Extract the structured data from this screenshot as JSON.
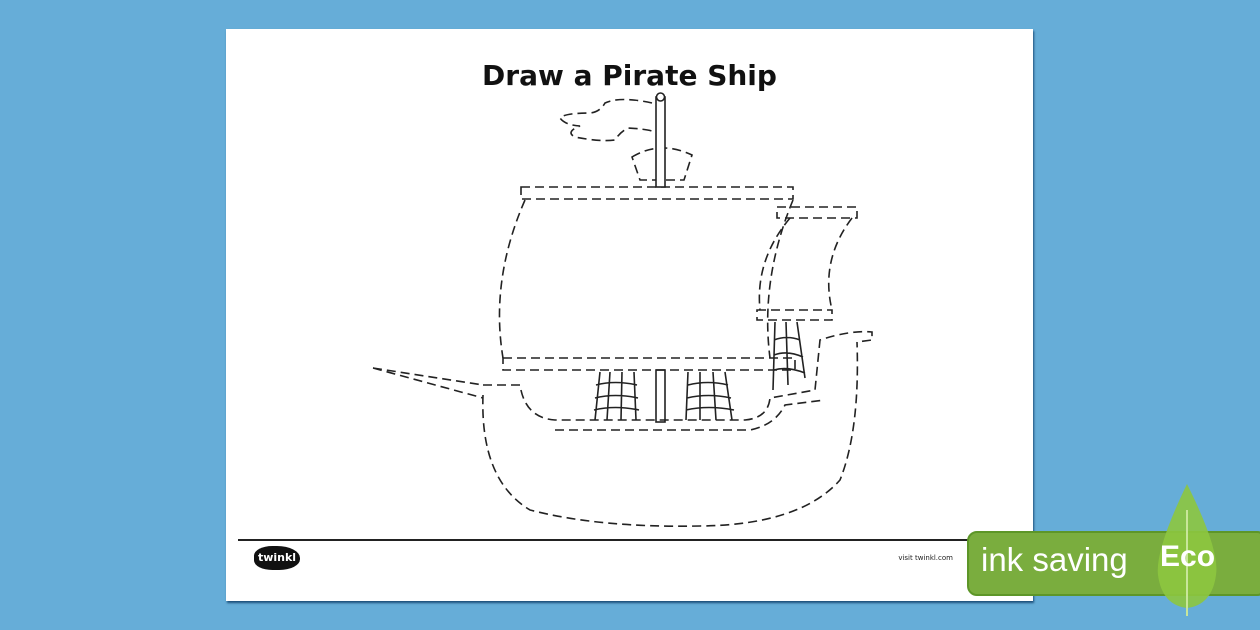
{
  "worksheet": {
    "title": "Draw a Pirate Ship",
    "logo_text": "twinkl",
    "footer_text": "visit twinkl.com"
  },
  "badge": {
    "label": "ink saving",
    "eco": "Eco",
    "color": "#7aad3e",
    "leaf_color": "#8dc63f"
  },
  "colors": {
    "background": "#66add8",
    "outline": "#222222"
  }
}
